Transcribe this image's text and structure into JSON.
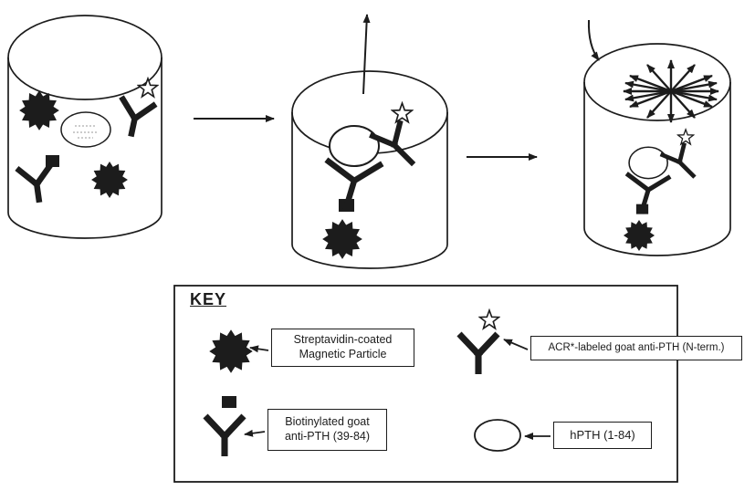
{
  "diagram": {
    "colors": {
      "ink": "#1c1c1c",
      "paper": "#ffffff"
    },
    "icons": {
      "magnetic_particle": "spiky-filled-circle",
      "antibody": "y-shape",
      "acr_label": "star-outline",
      "biotin_label": "filled-square",
      "hpth": "ellipse-outline",
      "signal": "radiating-arrow-burst"
    },
    "key": {
      "heading": "KEY",
      "items": [
        {
          "icon": "magnetic-particle-icon",
          "label": "Streptavidin-coated Magnetic Particle"
        },
        {
          "icon": "acr-antibody-icon",
          "label": "ACR*-labeled goat anti-PTH  (N-term.)"
        },
        {
          "icon": "biotin-antibody-icon",
          "label": "Biotinylated goat anti-PTH (39-84)"
        },
        {
          "icon": "hpth-icon",
          "label": "hPTH (1-84)"
        }
      ]
    }
  }
}
